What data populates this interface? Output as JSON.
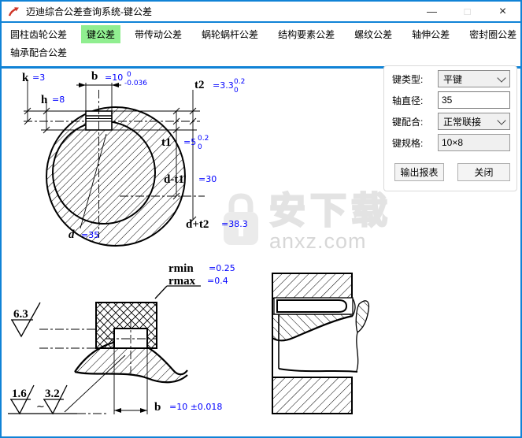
{
  "window": {
    "title": "迈迪综合公差查询系统-键公差",
    "controls": {
      "minimize": "—",
      "maximize": "□",
      "close": "×"
    }
  },
  "colors": {
    "accent_border": "#1083d6",
    "active_tab_bg": "#90ee90",
    "dimension_value": "#0000ff",
    "logo_red": "#cf3527"
  },
  "tabs": {
    "row1": [
      {
        "label": "圆柱齿轮公差",
        "active": false
      },
      {
        "label": "键公差",
        "active": true
      },
      {
        "label": "带传动公差",
        "active": false
      },
      {
        "label": "蜗轮蜗杆公差",
        "active": false
      },
      {
        "label": "结构要素公差",
        "active": false
      },
      {
        "label": "螺纹公差",
        "active": false
      },
      {
        "label": "轴伸公差",
        "active": false
      },
      {
        "label": "密封圈公差",
        "active": false
      }
    ],
    "row2": [
      {
        "label": "轴承配合公差",
        "active": false
      }
    ]
  },
  "drawing": {
    "top_view": {
      "k_label": "k",
      "k_value": "=3",
      "b_label": "b",
      "b_value": "=10",
      "b_tol_upper": "0",
      "b_tol_lower": "-0.036",
      "h_label": "h",
      "h_value": "=8",
      "t2_label": "t2",
      "t2_value": "=3.3",
      "t2_tol_upper": "0.2",
      "t2_tol_lower": "0",
      "t1_label": "t1",
      "t1_value": "=5",
      "t1_tol_upper": "0.2",
      "t1_tol_lower": "0",
      "d_t1_label": "d-t1",
      "d_t1_value": "=30",
      "d_t2_label": "d+t2",
      "d_t2_value": "=38.3",
      "d_label": "d",
      "d_value": "=35"
    },
    "detail_view": {
      "rmin_label": "rmin",
      "rmin_value": "=0.25",
      "rmax_label": "rmax",
      "rmax_value": "=0.4",
      "roughness_top": "6.3",
      "roughness_left": "1.6",
      "roughness_mid": "3.2",
      "approx_sign": "~",
      "b_label": "b",
      "b_value": "=10 ±0.018"
    }
  },
  "watermark": {
    "text": "安下载",
    "site": "anxz.com"
  },
  "panel": {
    "fields": [
      {
        "label": "键类型:",
        "value": "平键",
        "type": "select"
      },
      {
        "label": "轴直径:",
        "value": "35",
        "type": "input"
      },
      {
        "label": "键配合:",
        "value": "正常联接",
        "type": "select"
      },
      {
        "label": "键规格:",
        "value": "10×8",
        "type": "readonly"
      }
    ],
    "export_button": "输出报表",
    "close_button": "关闭"
  }
}
